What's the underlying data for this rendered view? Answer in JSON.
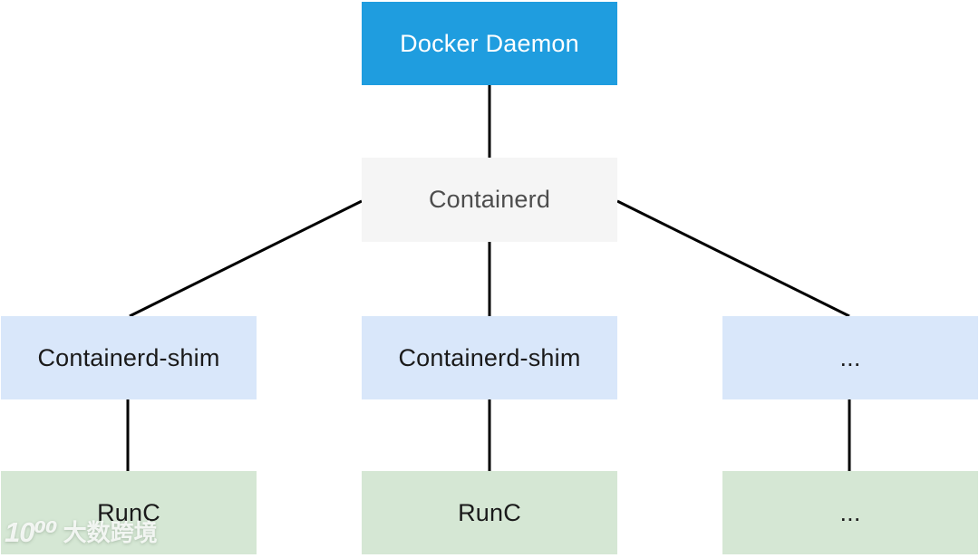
{
  "diagram": {
    "nodes": {
      "docker_daemon": {
        "label": "Docker Daemon",
        "fill": "#1f9ddf",
        "text_color": "#ffffff"
      },
      "containerd": {
        "label": "Containerd",
        "fill": "#f5f5f5",
        "text_color": "#4d4d4d"
      },
      "shim_left": {
        "label": "Containerd-shim",
        "fill": "#d9e7fa",
        "text_color": "#1a1a1a"
      },
      "shim_mid": {
        "label": "Containerd-shim",
        "fill": "#d9e7fa",
        "text_color": "#1a1a1a"
      },
      "shim_right": {
        "label": "...",
        "fill": "#d9e7fa",
        "text_color": "#1a1a1a"
      },
      "runc_left": {
        "label": "RunC",
        "fill": "#d5e7d4",
        "text_color": "#1a1a1a"
      },
      "runc_mid": {
        "label": "RunC",
        "fill": "#d5e7d4",
        "text_color": "#1a1a1a"
      },
      "runc_right": {
        "label": "...",
        "fill": "#d5e7d4",
        "text_color": "#1a1a1a"
      }
    },
    "edges": [
      {
        "from": "docker_daemon",
        "to": "containerd"
      },
      {
        "from": "containerd",
        "to": "shim_left"
      },
      {
        "from": "containerd",
        "to": "shim_mid"
      },
      {
        "from": "containerd",
        "to": "shim_right"
      },
      {
        "from": "shim_left",
        "to": "runc_left"
      },
      {
        "from": "shim_mid",
        "to": "runc_mid"
      },
      {
        "from": "shim_right",
        "to": "runc_right"
      }
    ],
    "edge_color": "#000000"
  },
  "watermark": {
    "logo_text": "10⁰⁰",
    "text": "大数跨境"
  }
}
